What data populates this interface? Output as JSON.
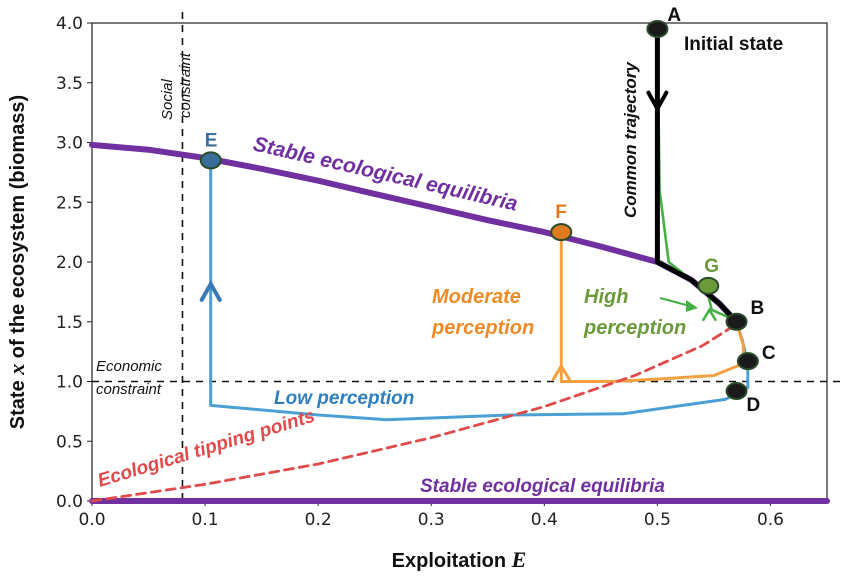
{
  "chart_data": {
    "type": "line",
    "xlabel_main": "Exploitation",
    "xlabel_var": "E",
    "ylabel_pre": "State",
    "ylabel_var": "x",
    "ylabel_post": "of the ecosystem (biomass)",
    "xlim": [
      0.0,
      0.65
    ],
    "ylim": [
      0.0,
      4.0
    ],
    "xticks": [
      "0.0",
      "0.1",
      "0.2",
      "0.3",
      "0.4",
      "0.5",
      "0.6"
    ],
    "yticks": [
      "0.0",
      "0.5",
      "1.0",
      "1.5",
      "2.0",
      "2.5",
      "3.0",
      "3.5",
      "4.0"
    ],
    "grid": false,
    "series": [
      {
        "name": "Stable ecological equilibria",
        "color": "#7030a0",
        "points": [
          [
            0.0,
            2.98
          ],
          [
            0.05,
            2.94
          ],
          [
            0.1,
            2.87
          ],
          [
            0.15,
            2.78
          ],
          [
            0.2,
            2.68
          ],
          [
            0.25,
            2.57
          ],
          [
            0.3,
            2.46
          ],
          [
            0.35,
            2.35
          ],
          [
            0.4,
            2.25
          ],
          [
            0.45,
            2.13
          ],
          [
            0.5,
            2.0
          ],
          [
            0.53,
            1.85
          ],
          [
            0.555,
            1.65
          ],
          [
            0.57,
            1.5
          ]
        ]
      },
      {
        "name": "Stable ecological equilibria (lower)",
        "color": "#7030a0",
        "points": [
          [
            0.0,
            0.0
          ],
          [
            0.65,
            0.0
          ]
        ]
      },
      {
        "name": "Ecological tipping points",
        "color": "#e04a4a",
        "style": "dashed",
        "points": [
          [
            0.0,
            0.0
          ],
          [
            0.1,
            0.14
          ],
          [
            0.2,
            0.31
          ],
          [
            0.3,
            0.53
          ],
          [
            0.4,
            0.79
          ],
          [
            0.48,
            1.05
          ],
          [
            0.54,
            1.3
          ],
          [
            0.565,
            1.45
          ],
          [
            0.57,
            1.5
          ]
        ]
      },
      {
        "name": "Common trajectory",
        "color": "#000000",
        "points": [
          [
            0.5,
            3.95
          ],
          [
            0.5,
            2.0
          ],
          [
            0.53,
            1.85
          ],
          [
            0.555,
            1.65
          ],
          [
            0.57,
            1.5
          ]
        ]
      },
      {
        "name": "Low perception",
        "color": "#4a9fd4",
        "points": [
          [
            0.57,
            1.5
          ],
          [
            0.575,
            1.35
          ],
          [
            0.58,
            1.15
          ],
          [
            0.58,
            0.95
          ],
          [
            0.56,
            0.85
          ],
          [
            0.47,
            0.73
          ],
          [
            0.37,
            0.72
          ],
          [
            0.26,
            0.68
          ],
          [
            0.2,
            0.72
          ],
          [
            0.105,
            0.8
          ],
          [
            0.105,
            2.85
          ]
        ]
      },
      {
        "name": "Moderate perception",
        "color": "#f5a040",
        "points": [
          [
            0.57,
            1.5
          ],
          [
            0.576,
            1.3
          ],
          [
            0.576,
            1.15
          ],
          [
            0.55,
            1.05
          ],
          [
            0.5,
            1.02
          ],
          [
            0.46,
            1.0
          ],
          [
            0.415,
            1.0
          ],
          [
            0.415,
            2.25
          ]
        ]
      },
      {
        "name": "High perception",
        "color": "#44b045",
        "points": [
          [
            0.5,
            3.95
          ],
          [
            0.502,
            2.6
          ],
          [
            0.51,
            2.0
          ],
          [
            0.53,
            1.85
          ],
          [
            0.545,
            1.72
          ],
          [
            0.548,
            1.6
          ],
          [
            0.56,
            1.55
          ],
          [
            0.57,
            1.5
          ]
        ]
      }
    ],
    "points": [
      {
        "label": "A",
        "x": 0.5,
        "y": 3.95,
        "color": "#1a1a1a"
      },
      {
        "label": "B",
        "x": 0.57,
        "y": 1.5,
        "color": "#1a1a1a"
      },
      {
        "label": "C",
        "x": 0.58,
        "y": 1.17,
        "color": "#1a1a1a"
      },
      {
        "label": "D",
        "x": 0.57,
        "y": 0.92,
        "color": "#1a1a1a"
      },
      {
        "label": "E",
        "x": 0.105,
        "y": 2.85,
        "color": "#3a6e9a"
      },
      {
        "label": "F",
        "x": 0.415,
        "y": 2.25,
        "color": "#e07a20"
      },
      {
        "label": "G",
        "x": 0.545,
        "y": 1.8,
        "color": "#6a9a3a"
      }
    ],
    "constraints": [
      {
        "label": "Social constraint",
        "axis": "x",
        "value": 0.08
      },
      {
        "label": "Economic constraint",
        "axis": "y",
        "value": 1.0
      }
    ],
    "annotations": {
      "initial_state": "Initial state",
      "common_trajectory": "Common trajectory",
      "stable_upper": "Stable ecological equilibria",
      "stable_lower": "Stable ecological equilibria",
      "tipping": "Ecological tipping points",
      "low": "Low perception",
      "moderate_1": "Moderate",
      "moderate_2": "perception",
      "high_1": "High",
      "high_2": "perception",
      "social_1": "Social",
      "social_2": "constraint",
      "economic_1": "Economic",
      "economic_2": "constraint"
    }
  }
}
